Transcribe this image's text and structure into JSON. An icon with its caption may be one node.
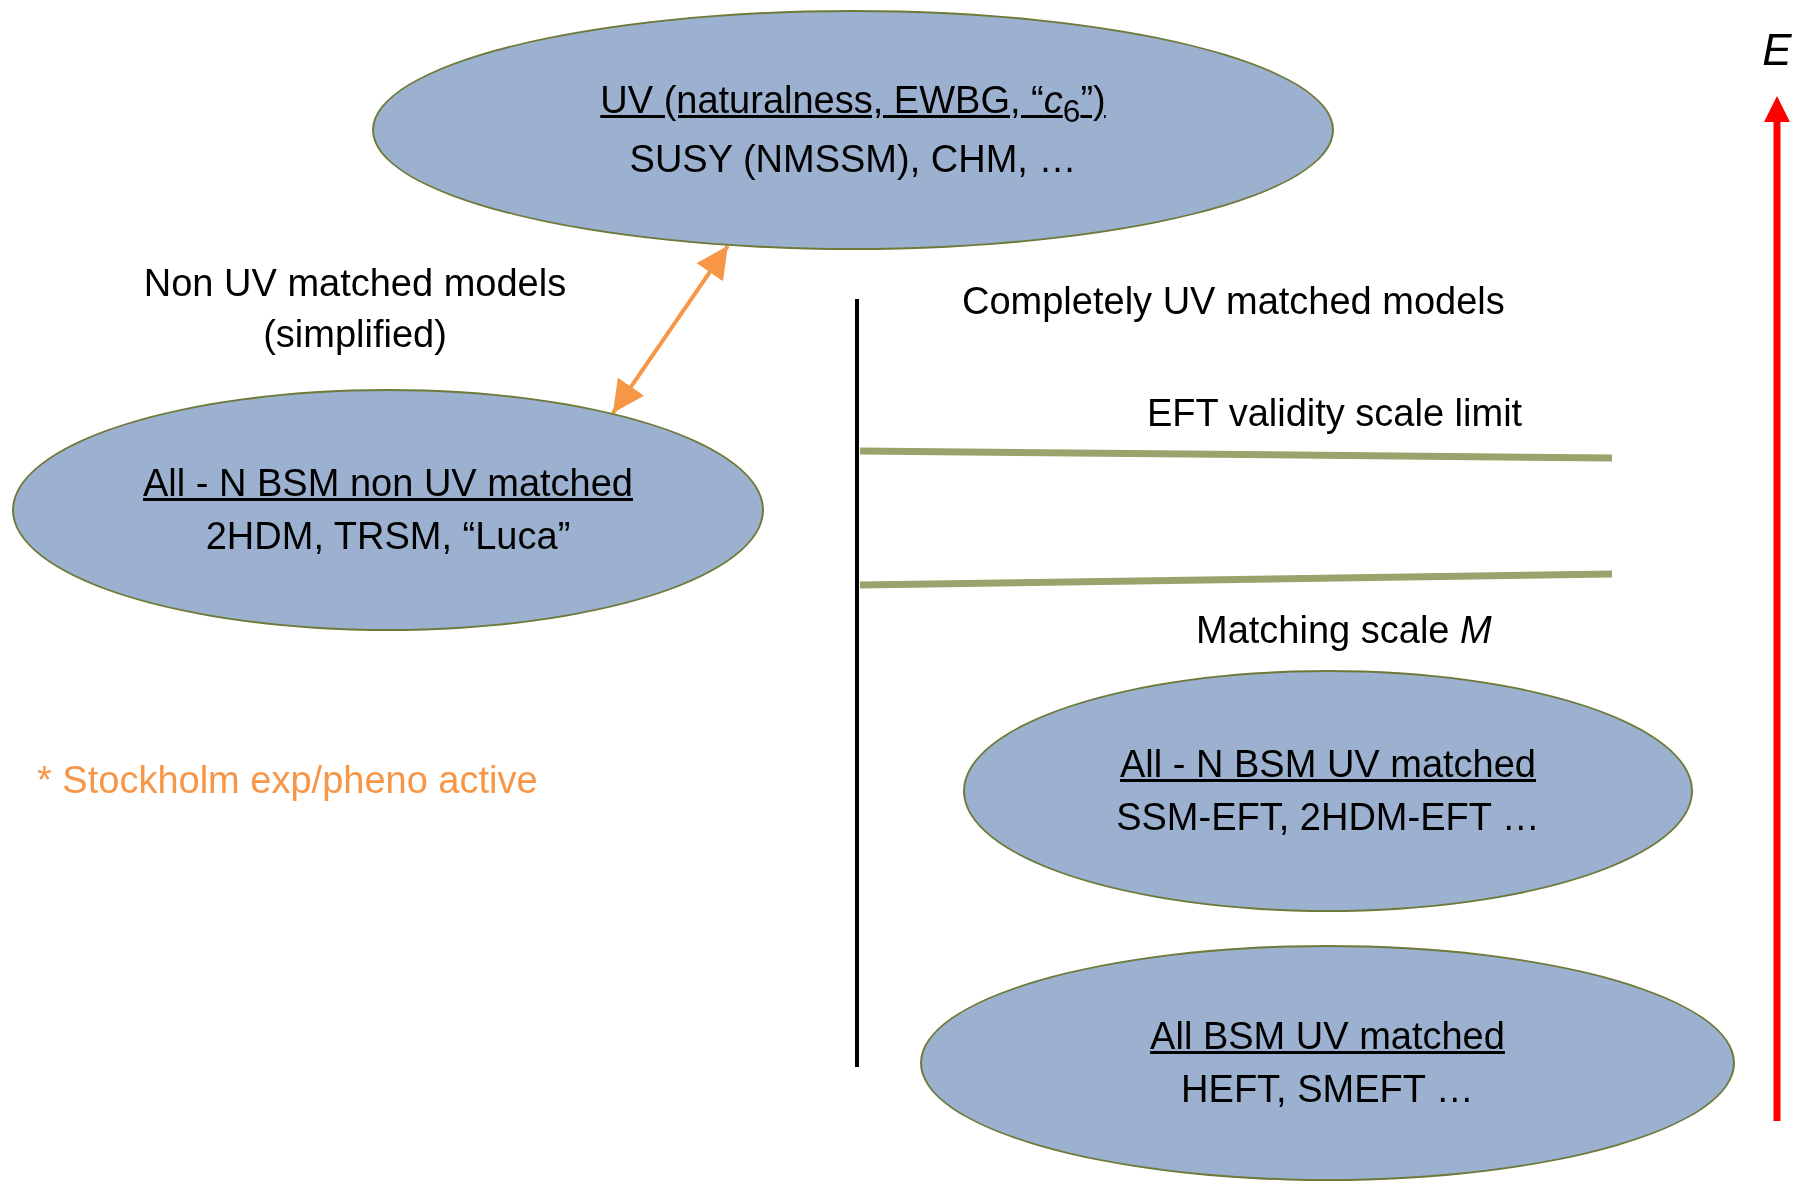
{
  "diagram": {
    "nodes": [
      {
        "text": [
          "UV (naturalness, EWBG, “*c*$_{6}$”)",
          "SUSY (NMSSM), CHM, …"
        ]
      },
      {
        "text": [
          "All - N BSM non UV matched",
          "2HDM, TRSM, “Luca”"
        ]
      },
      {
        "text": [
          "All - N BSM UV matched",
          "SSM-EFT, 2HDM-EFT …"
        ]
      },
      {
        "text": [
          "All BSM UV matched",
          "HEFT, SMEFT …"
        ]
      }
    ],
    "edges": [
      {
        "from": 1,
        "to": 0,
        "arrow": "both",
        "color": "#f79646"
      }
    ],
    "labels": [
      "*E*",
      "Non UV matched models (simplified)",
      "Completely UV matched models",
      "EFT validity scale limit",
      "Matching scale *M*",
      "* Stockholm exp/pheno active"
    ]
  }
}
